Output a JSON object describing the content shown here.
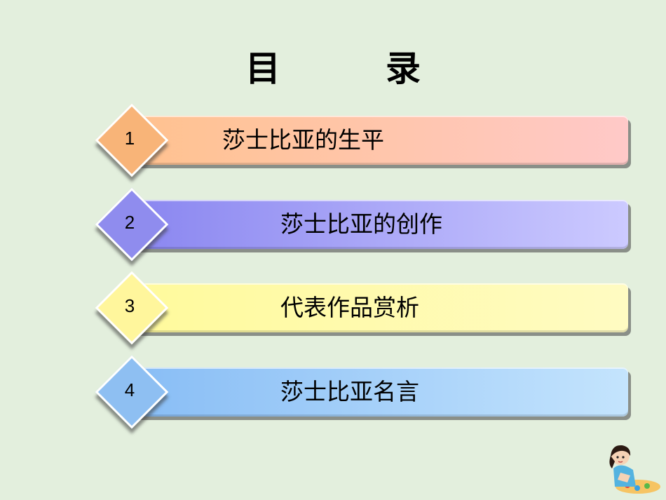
{
  "title": "目　录",
  "items": [
    {
      "number": "1",
      "label": "莎士比亚的生平",
      "color_start": "#ffc28f",
      "color_end": "#ffc9c8",
      "diamond": "#f8b478"
    },
    {
      "number": "2",
      "label": "莎士比亚的创作",
      "color_start": "#8a86f0",
      "color_end": "#cccaff",
      "diamond": "#8f8cee"
    },
    {
      "number": "3",
      "label": "代表作品赏析",
      "color_start": "#fffa9c",
      "color_end": "#fffbc2",
      "diamond": "#fff69c"
    },
    {
      "number": "4",
      "label": "莎士比亚名言",
      "color_start": "#88bdf5",
      "color_end": "#c4e4fd",
      "diamond": "#8ebff2"
    }
  ],
  "mascot_icon": "girl-painting-icon"
}
